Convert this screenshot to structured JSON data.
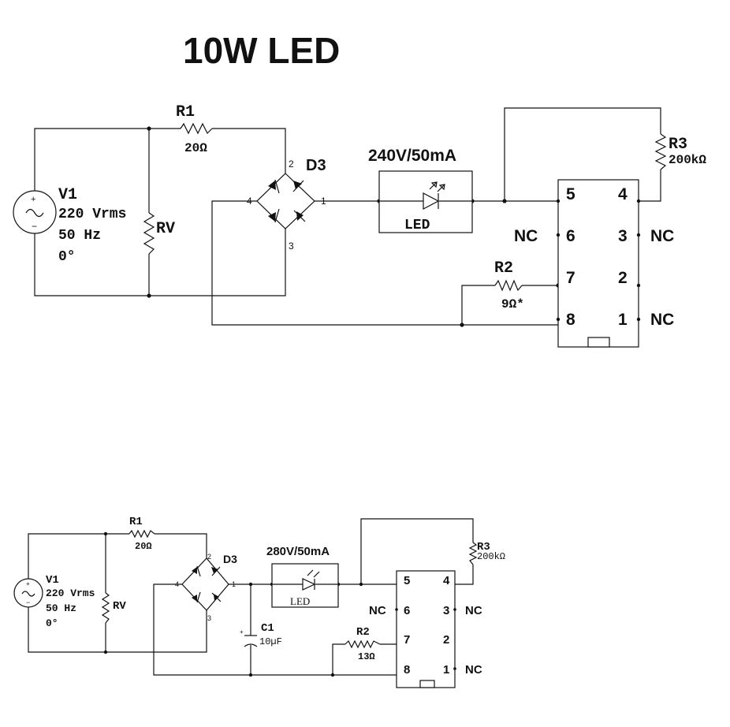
{
  "title": "10W LED",
  "top": {
    "v1": {
      "name": "V1",
      "voltage": "220 Vrms",
      "freq": "50 Hz",
      "phase": "0°"
    },
    "r1": {
      "name": "R1",
      "value": "20Ω"
    },
    "rv": {
      "name": "RV"
    },
    "d3": {
      "name": "D3",
      "pin1": "1",
      "pin2": "2",
      "pin3": "3",
      "pin4": "4"
    },
    "led": {
      "rating": "240V/50mA",
      "label": "LED"
    },
    "r3": {
      "name": "R3",
      "value": "200kΩ"
    },
    "r2": {
      "name": "R2",
      "value": "9Ω*"
    },
    "ic": {
      "p5": "5",
      "p4": "4",
      "p6": "6",
      "p3": "3",
      "p7": "7",
      "p2": "2",
      "p8": "8",
      "p1": "1",
      "nc_p6": "NC",
      "nc_p3": "NC",
      "nc_p1": "NC"
    }
  },
  "bottom": {
    "v1": {
      "name": "V1",
      "voltage": "220 Vrms",
      "freq": "50 Hz",
      "phase": "0°"
    },
    "r1": {
      "name": "R1",
      "value": "20Ω"
    },
    "rv": {
      "name": "RV"
    },
    "d3": {
      "name": "D3",
      "pin1": "1",
      "pin2": "2",
      "pin3": "3",
      "pin4": "4"
    },
    "led": {
      "rating": "280V/50mA",
      "label": "LED"
    },
    "c1": {
      "name": "C1",
      "value": "10µF"
    },
    "r3": {
      "name": "R3",
      "value": "200kΩ"
    },
    "r2": {
      "name": "R2",
      "value": "13Ω"
    },
    "ic": {
      "p5": "5",
      "p4": "4",
      "p6": "6",
      "p3": "3",
      "p7": "7",
      "p2": "2",
      "p8": "8",
      "p1": "1",
      "nc_p6": "NC",
      "nc_p3": "NC",
      "nc_p1": "NC"
    }
  }
}
